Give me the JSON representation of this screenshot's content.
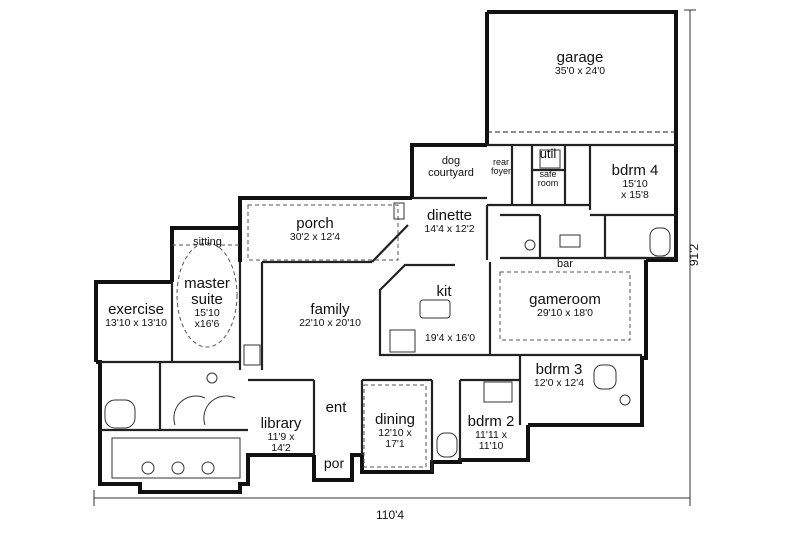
{
  "rooms": {
    "garage": {
      "name": "garage",
      "dims": "35'0 x 24'0"
    },
    "dog": {
      "name": "dog",
      "name2": "courtyard"
    },
    "rear": {
      "name": "rear",
      "name2": "foyer"
    },
    "util": {
      "name": "util"
    },
    "safe": {
      "name": "safe",
      "name2": "room"
    },
    "bdrm4": {
      "name": "bdrm 4",
      "dims": "15'10",
      "dims2": "x 15'8"
    },
    "porch": {
      "name": "porch",
      "dims": "30'2 x 12'4"
    },
    "dinette": {
      "name": "dinette",
      "dims": "14'4 x 12'2"
    },
    "sitting": {
      "name": "sitting"
    },
    "master": {
      "name": "master",
      "name2": "suite",
      "dims": "15'10",
      "dims2": "x16'6"
    },
    "exercise": {
      "name": "exercise",
      "dims": "13'10 x 13'10"
    },
    "family": {
      "name": "family",
      "dims": "22'10 x 20'10"
    },
    "kit": {
      "name": "kit",
      "dims": "19'4 x 16'0"
    },
    "bar": {
      "name": "bar"
    },
    "gameroom": {
      "name": "gameroom",
      "dims": "29'10 x 18'0"
    },
    "bdrm3": {
      "name": "bdrm 3",
      "dims": "12'0 x 12'4"
    },
    "bdrm2": {
      "name": "bdrm 2",
      "dims": "11'11 x",
      "dims2": "11'10"
    },
    "library": {
      "name": "library",
      "dims": "11'9 x",
      "dims2": "14'2"
    },
    "ent": {
      "name": "ent"
    },
    "dining": {
      "name": "dining",
      "dims": "12'10 x",
      "dims2": "17'1"
    },
    "por": {
      "name": "por"
    }
  },
  "overall": {
    "width": "110'4",
    "depth": "91'2"
  },
  "colors": {
    "wall": "#111111",
    "line": "#333333",
    "dashed": "#555555"
  }
}
